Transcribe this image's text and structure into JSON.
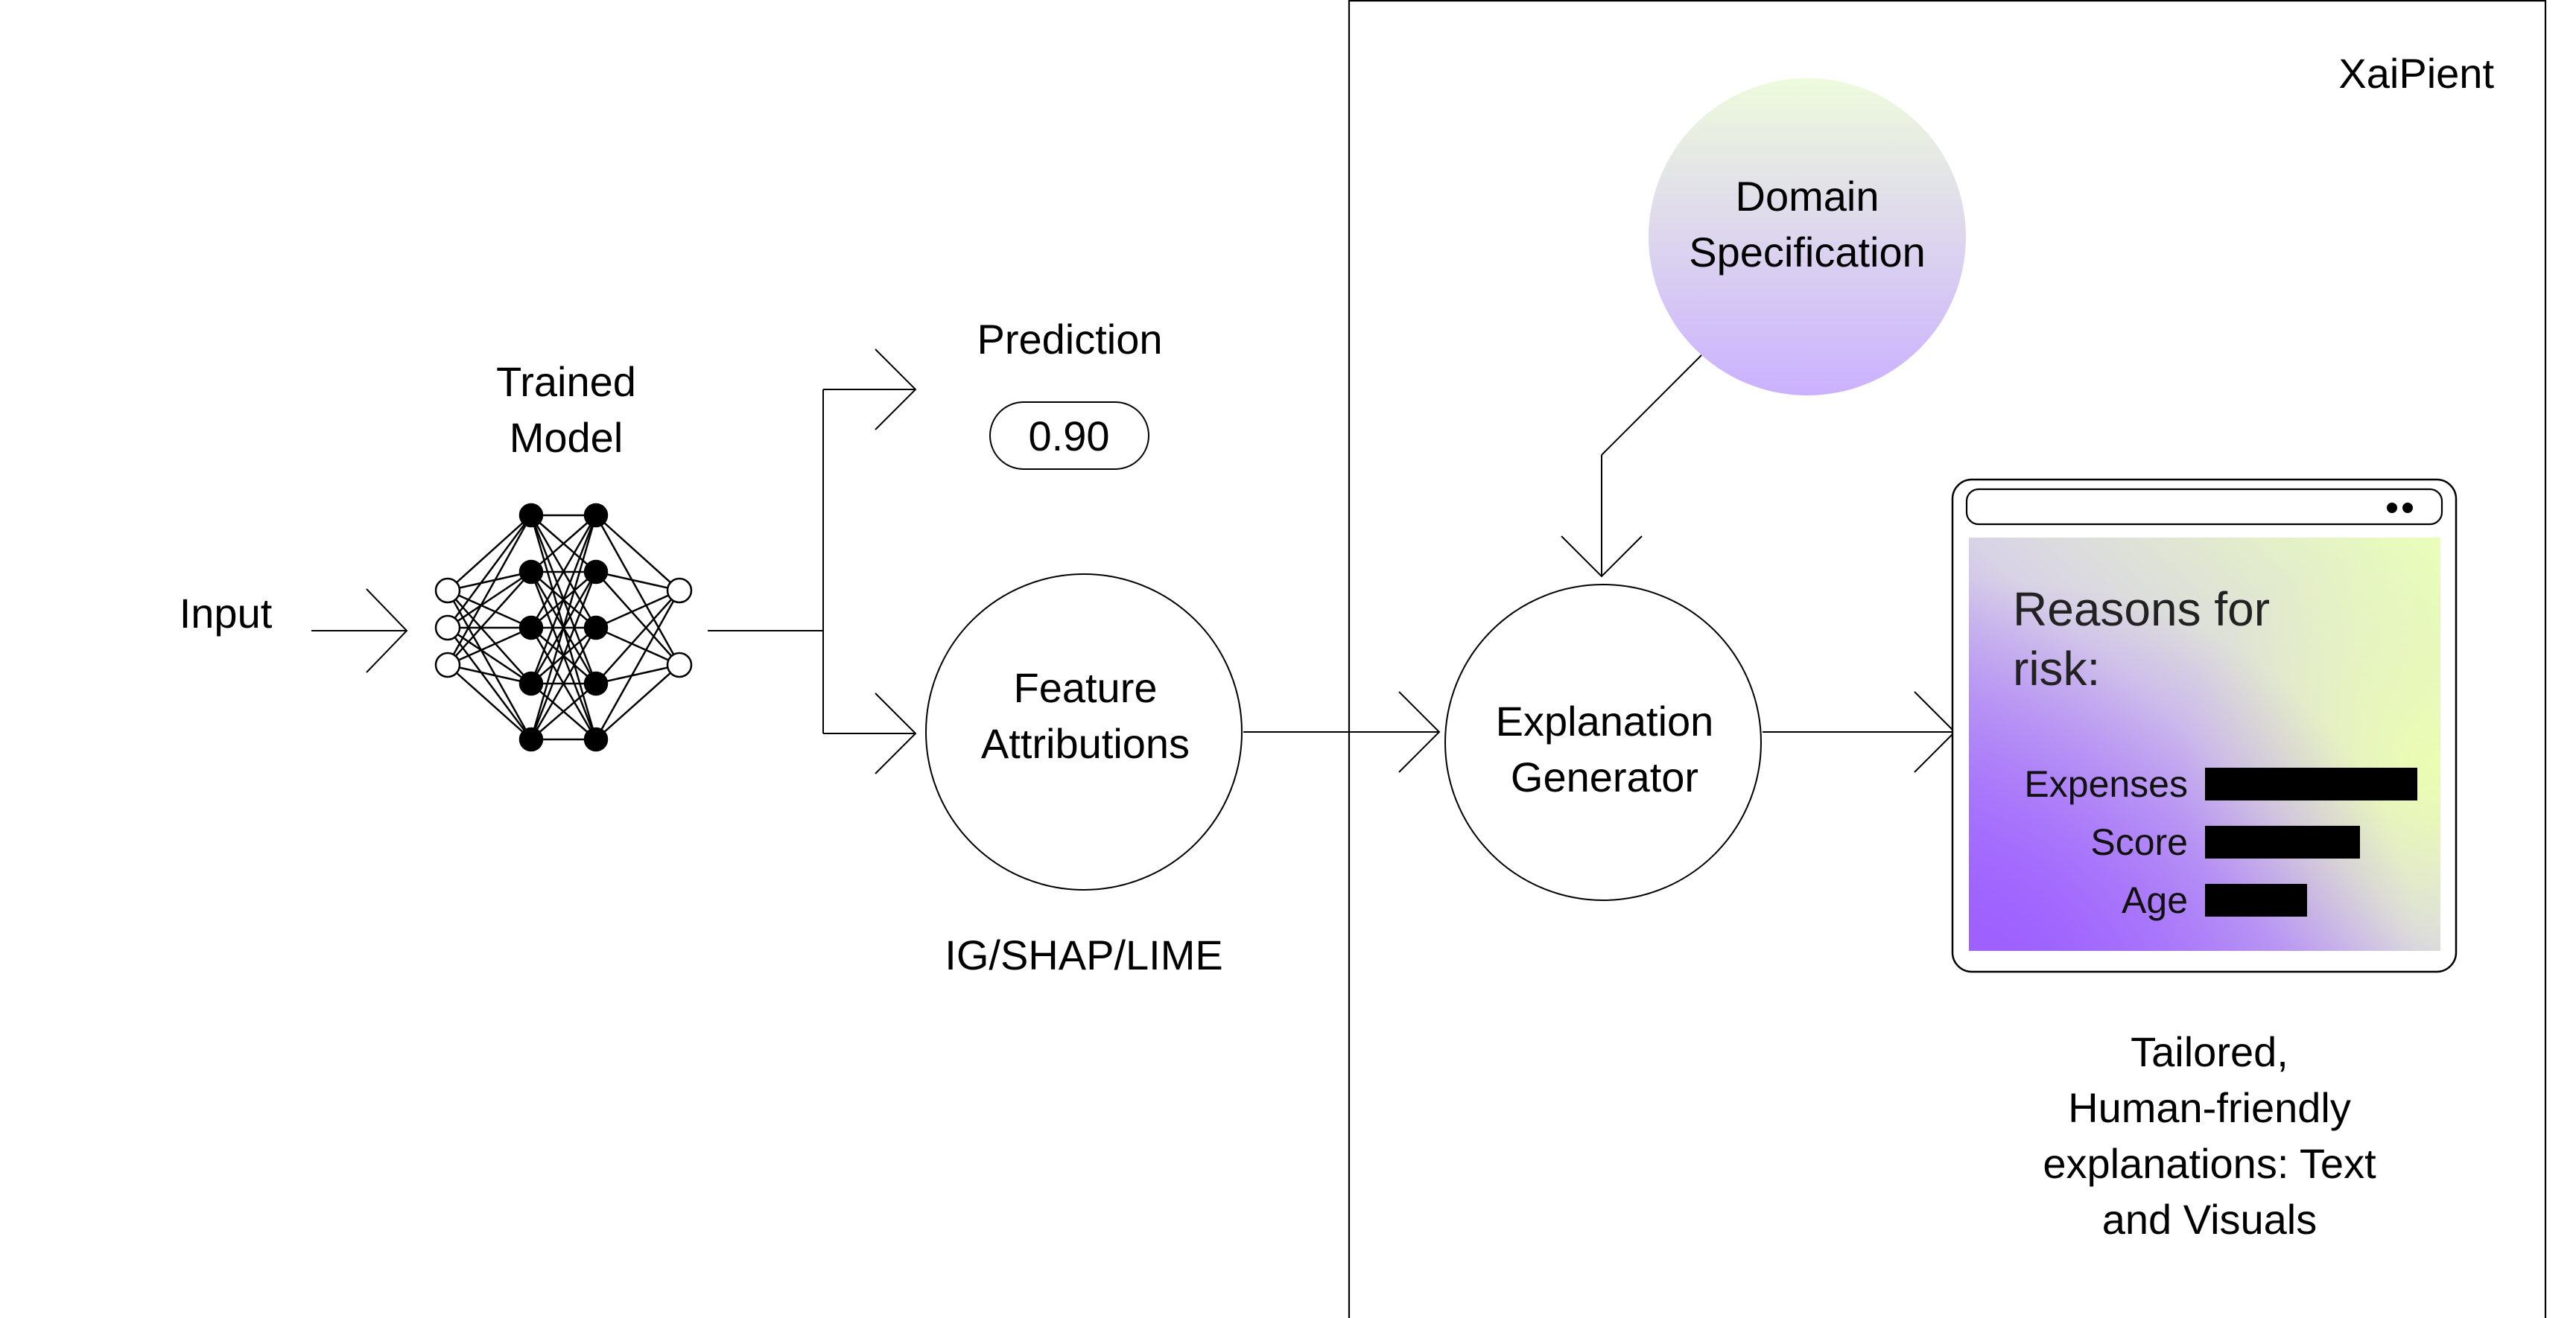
{
  "input_label": "Input",
  "trained_model": {
    "line1": "Trained",
    "line2": "Model"
  },
  "prediction": {
    "label": "Prediction",
    "value": "0.90"
  },
  "feature_attributions": {
    "line1": "Feature",
    "line2": "Attributions",
    "methods": "IG/SHAP/LIME"
  },
  "xaipient": {
    "brand": "XaiPient"
  },
  "domain_specification": {
    "line1": "Domain",
    "line2": "Specification"
  },
  "explanation_generator": {
    "line1": "Explanation",
    "line2": "Generator"
  },
  "output_window": {
    "title_line1": "Reasons for",
    "title_line2": "risk:",
    "bars": [
      {
        "label": "Expenses",
        "value": 1.0
      },
      {
        "label": "Score",
        "value": 0.73
      },
      {
        "label": "Age",
        "value": 0.48
      }
    ]
  },
  "output_caption": {
    "line1": "Tailored,",
    "line2": "Human-friendly",
    "line3": "explanations: Text",
    "line4": "and Visuals"
  },
  "colors": {
    "purple": "#a06bff",
    "lime": "#e8ffb8",
    "domain_top": "#eefbdc",
    "domain_bottom": "#cbb1ff",
    "bar": "#000000"
  },
  "icons": [
    "neural-network-icon",
    "window-dots-icon"
  ]
}
